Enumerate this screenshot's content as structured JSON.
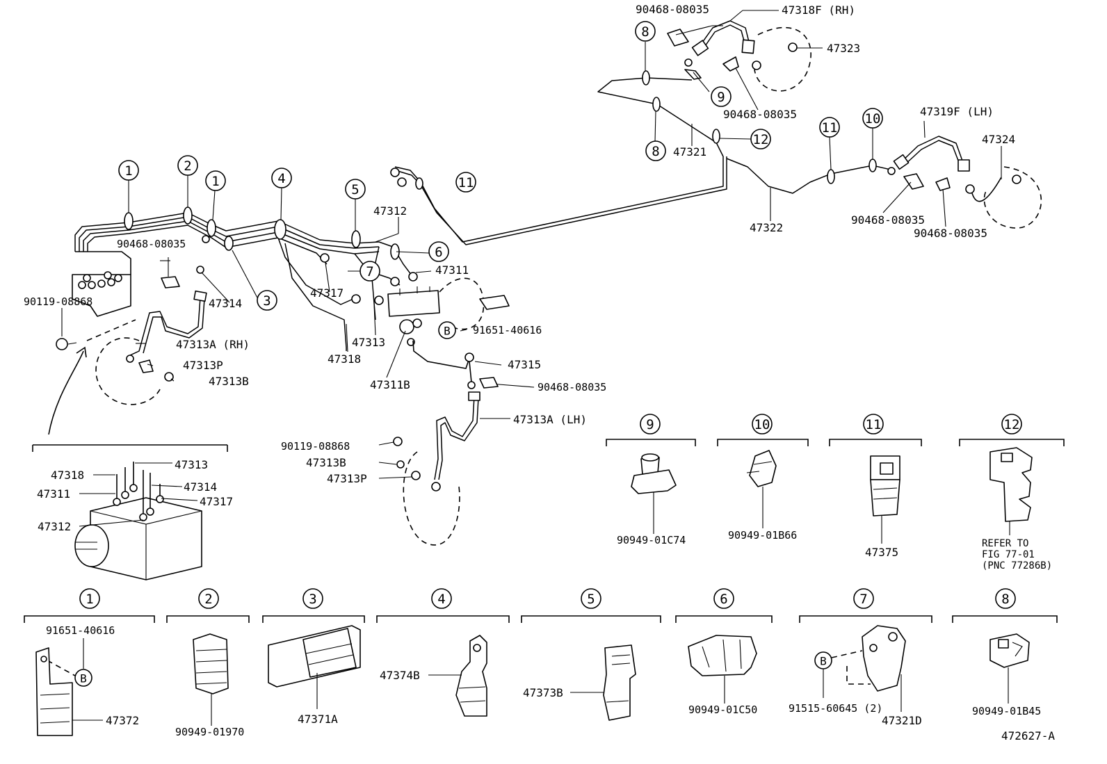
{
  "figure_code": "472627-A",
  "callouts": {
    "c1": "1",
    "c2": "2",
    "c3": "3",
    "c4": "4",
    "c5": "5",
    "c6": "6",
    "c7": "7",
    "c8": "8",
    "c9": "9",
    "c10": "10",
    "c11": "11",
    "c12": "12",
    "b": "B"
  },
  "parts": {
    "p_90468_08035": "90468-08035",
    "p_47318F_RH": "47318F (RH)",
    "p_47323": "47323",
    "p_47321": "47321",
    "p_47319F_LH": "47319F (LH)",
    "p_47324": "47324",
    "p_47322": "47322",
    "p_47312": "47312",
    "p_47311": "47311",
    "p_90119_08868": "90119-08868",
    "p_47314": "47314",
    "p_47317": "47317",
    "p_47313": "47313",
    "p_47318": "47318",
    "p_91651_40616": "91651-40616",
    "p_47313A_RH": "47313A (RH)",
    "p_47313P": "47313P",
    "p_47313B": "47313B",
    "p_47311B": "47311B",
    "p_47315": "47315",
    "p_47313A_LH": "47313A (LH)"
  },
  "detail_boxes": {
    "d9": "90949-01C74",
    "d10": "90949-01B66",
    "d11": "47375",
    "d12_line1": "REFER TO",
    "d12_line2": "FIG 77-01",
    "d12_line3": "(PNC 77286B)",
    "d1_bolt": "91651-40616",
    "d1_part": "47372",
    "d2": "90949-01970",
    "d3": "47371A",
    "d4": "47374B",
    "d5": "47373B",
    "d6": "90949-01C50",
    "d7_bolt": "91515-60645 (2)",
    "d7_part": "47321D",
    "d8": "90949-01B45"
  }
}
